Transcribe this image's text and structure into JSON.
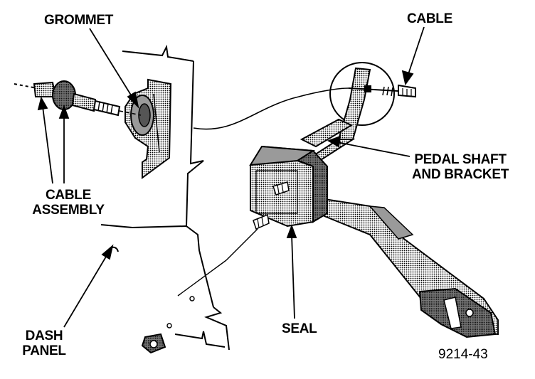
{
  "labels": {
    "grommet": "GROMMET",
    "cable": "CABLE",
    "pedal_shaft_line1": "PEDAL SHAFT",
    "pedal_shaft_line2": "AND BRACKET",
    "cable_assembly_line1": "CABLE",
    "cable_assembly_line2": "ASSEMBLY",
    "seal": "SEAL",
    "dash_panel_line1": "DASH",
    "dash_panel_line2": "PANEL",
    "figure_code": "9214-43"
  },
  "colors": {
    "ink": "#000000",
    "paper": "#ffffff",
    "shade": "#8a8a8a",
    "light_shade": "#bdbdbd"
  }
}
